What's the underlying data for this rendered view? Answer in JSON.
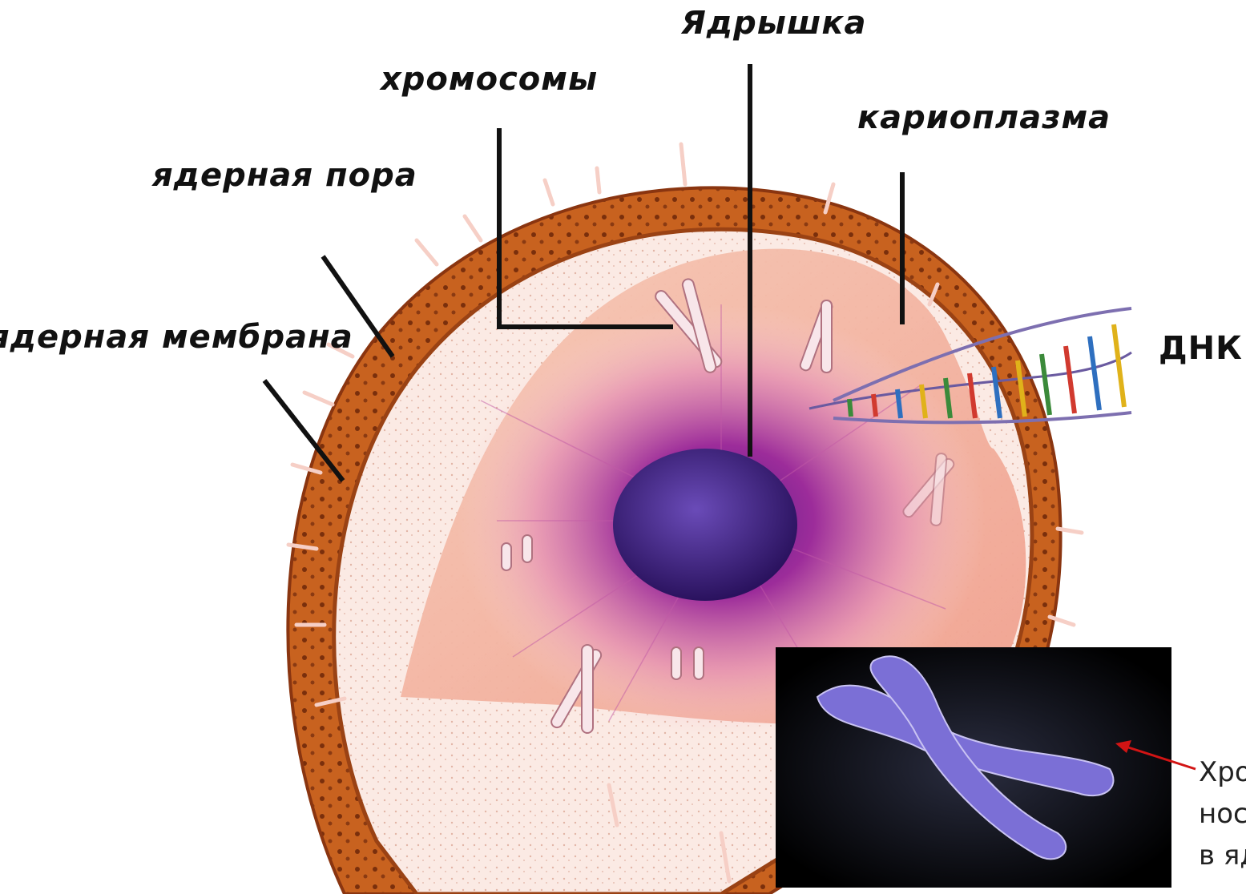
{
  "labels": {
    "nucleolus": "Ядрышка",
    "chromosomes": "хромосомы",
    "karyoplasm": "кариоплазма",
    "nuclear_pore": "ядерная пора",
    "nuclear_membrane": "ядерная мембрана",
    "dna": "ДНК"
  },
  "caption_lines": [
    "Хро",
    "нос",
    "в яд"
  ],
  "colors": {
    "membrane": "#c8621f",
    "karyoplasm": "#f2b39c",
    "nucleolus": "#3a1e7a",
    "chromatin_halo": "#9c2c9a",
    "inset_bg": "#000000",
    "inset_chromosome": "#7b6fd6",
    "arrow": "#d21414"
  }
}
